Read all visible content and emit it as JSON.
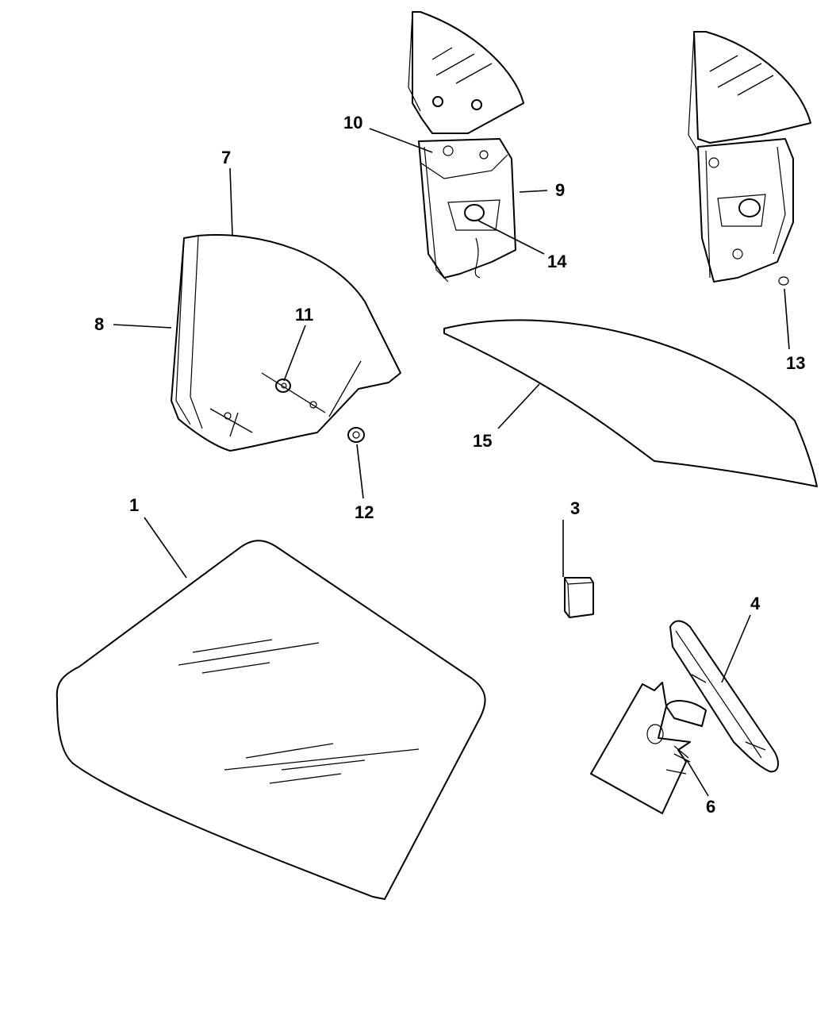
{
  "diagram": {
    "callouts": {
      "c1": "1",
      "c3": "3",
      "c4": "4",
      "c6": "6",
      "c7": "7",
      "c8": "8",
      "c9": "9",
      "c10": "10",
      "c11": "11",
      "c12": "12",
      "c13": "13",
      "c14": "14",
      "c15": "15"
    },
    "colors": {
      "ink": "#000000",
      "background": "#ffffff"
    }
  }
}
